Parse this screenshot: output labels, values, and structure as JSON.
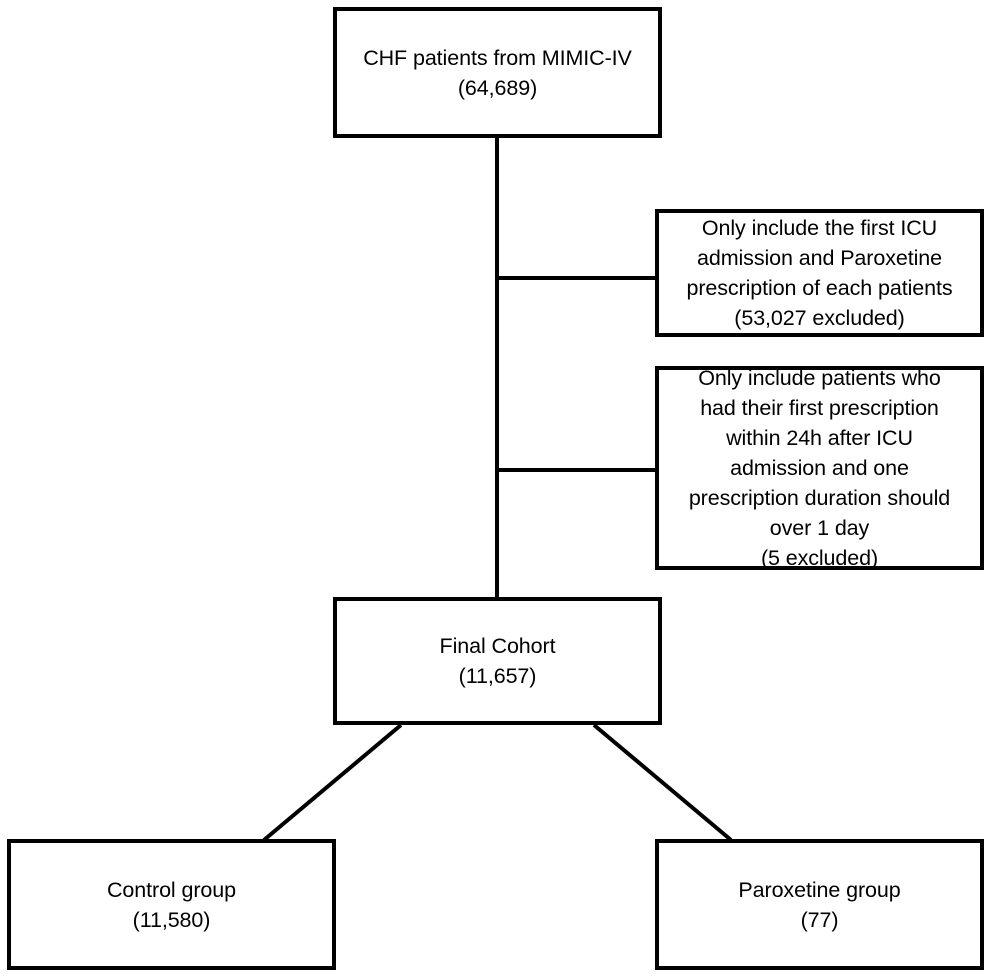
{
  "diagram": {
    "title": "CHF cohort selection flowchart",
    "type": "flowchart",
    "stroke_color": "#000000",
    "background_color": "#ffffff",
    "nodes": {
      "source": {
        "label": "CHF patients from MIMIC-IV\n(64,689)",
        "line_1": "CHF patients from MIMIC-IV",
        "count_label": "(64,689)",
        "count": 64689
      },
      "exclusion_1": {
        "label": "Only include the first ICU\nadmission and Paroxetine\nprescription of each patients\n(53,027 excluded)",
        "criterion": "Only include the first ICU admission and Paroxetine prescription of each patients",
        "count_label": "(53,027 excluded)",
        "excluded": 53027
      },
      "exclusion_2": {
        "label": "Only include patients who\nhad their first prescription\nwithin 24h after ICU\nadmission and one\nprescription duration should\nover 1 day\n(5 excluded)",
        "criterion": "Only include patients who had their first prescription within 24h after ICU admission and one prescription duration should over 1 day",
        "count_label": "(5 excluded)",
        "excluded": 5
      },
      "final_cohort": {
        "label": "Final Cohort\n(11,657)",
        "line_1": "Final Cohort",
        "count_label": "(11,657)",
        "count": 11657
      },
      "control_group": {
        "label": "Control group\n(11,580)",
        "line_1": "Control group",
        "count_label": "(11,580)",
        "count": 11580
      },
      "paroxetine_group": {
        "label": "Paroxetine group\n(77)",
        "line_1": "Paroxetine group",
        "count_label": "(77)",
        "count": 77
      }
    }
  }
}
